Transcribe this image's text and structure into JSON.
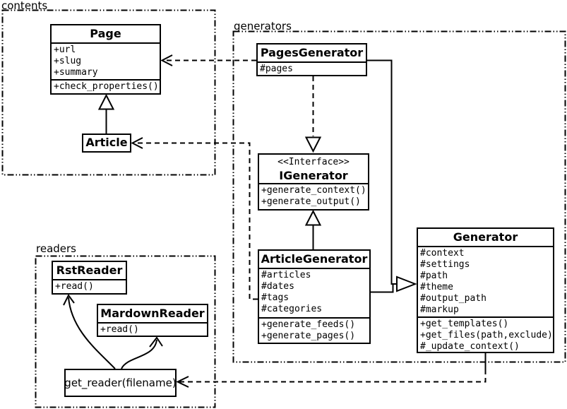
{
  "packages": {
    "contents": {
      "label": "contents"
    },
    "generators": {
      "label": "generators"
    },
    "readers": {
      "label": "readers"
    }
  },
  "classes": {
    "page": {
      "title": "Page",
      "attrs": [
        "+url",
        "+slug",
        "+summary"
      ],
      "methods": [
        "+check_properties()"
      ]
    },
    "article": {
      "title": "Article"
    },
    "pages_generator": {
      "title": "PagesGenerator",
      "attrs": [
        "#pages"
      ]
    },
    "igenerator": {
      "stereotype": "<<Interface>>",
      "title": "IGenerator",
      "methods": [
        "+generate_context()",
        "+generate_output()"
      ]
    },
    "article_generator": {
      "title": "ArticleGenerator",
      "attrs": [
        "#articles",
        "#dates",
        "#tags",
        "#categories"
      ],
      "methods": [
        "+generate_feeds()",
        "+generate_pages()"
      ]
    },
    "generator": {
      "title": "Generator",
      "attrs": [
        "#context",
        "#settings",
        "#path",
        "#theme",
        "#output_path",
        "#markup"
      ],
      "methods": [
        "+get_templates()",
        "+get_files(path,exclude)",
        "#_update_context()"
      ]
    },
    "rst_reader": {
      "title": "RstReader",
      "methods": [
        "+read()"
      ]
    },
    "mardown_reader": {
      "title": "MardownReader",
      "methods": [
        "+read()"
      ]
    },
    "get_reader": {
      "label": "get_reader(filename)"
    }
  },
  "colors": {
    "line": "#000000",
    "background": "#ffffff",
    "box_fill": "#ffffff"
  }
}
